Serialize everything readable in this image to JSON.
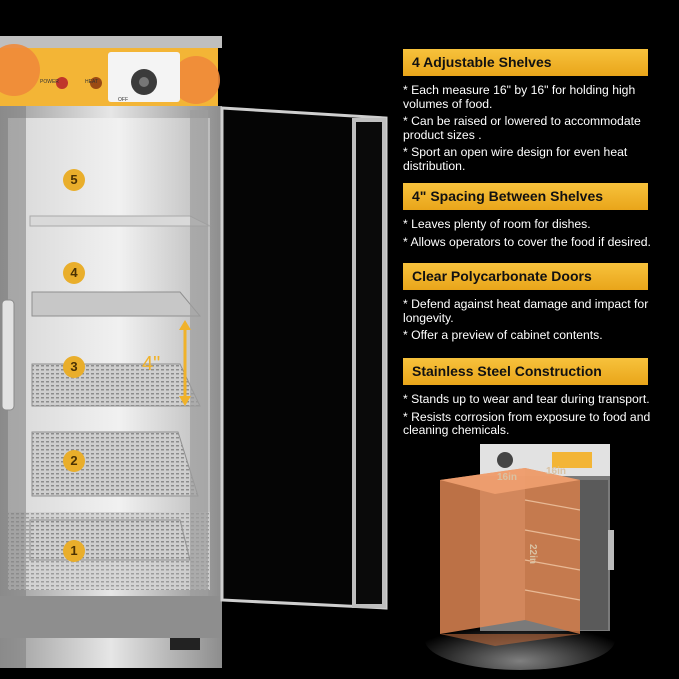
{
  "features": [
    {
      "title": "4 Adjustable Shelves",
      "bullets": [
        "* Each measure 16\" by 16\" for holding high volumes of food.",
        "* Can be raised or lowered to accommodate product sizes .",
        "* Sport an open wire design for even heat distribution."
      ]
    },
    {
      "title": "4\" Spacing Between Shelves",
      "bullets": [
        "* Leaves plenty of room for dishes.",
        "* Allows operators to cover the food if desired."
      ]
    },
    {
      "title": "Clear Polycarbonate Doors",
      "bullets": [
        "* Defend against heat damage and impact for longevity.",
        "* Offer a preview of cabinet contents."
      ]
    },
    {
      "title": "Stainless Steel Construction",
      "bullets": [
        "* Stands up to wear and tear during transport.",
        "* Resists corrosion from exposure to food and cleaning chemicals."
      ]
    }
  ],
  "control_panel": {
    "power_label": "POWER",
    "heat_label": "HEAT",
    "off_label": "OFF"
  },
  "shelves": [
    "5",
    "4",
    "3",
    "2",
    "1"
  ],
  "spacing_label": "4\"",
  "dimensions": {
    "width": "16in",
    "depth": "16in",
    "height": "22in"
  },
  "colors": {
    "accent": "#f0b22a",
    "panel": "#f3b536",
    "steel": "#c9c9c9",
    "dimension_box": "#e58a55"
  }
}
